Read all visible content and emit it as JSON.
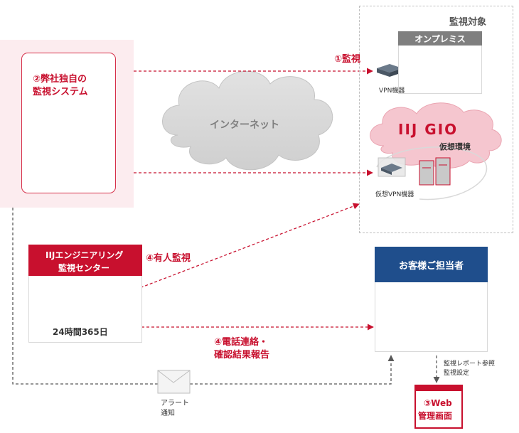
{
  "monitored": {
    "title": "監視対象",
    "onprem_label": "オンプレミス",
    "vpn_device_label": "VPN機器",
    "cloud_logo": "IIJ GIO",
    "virtual_env_label": "仮想環境",
    "virtual_vpn_label": "仮想VPN機器"
  },
  "own_system": {
    "line1": "②弊社独自の",
    "line2": "監視システム"
  },
  "internet_label": "インターネット",
  "monitoring_label": "①監視",
  "engineering_center": {
    "line1": "IIJエンジニアリング",
    "line2": "監視センター",
    "hours": "24時間365日"
  },
  "manned_label": "④有人監視",
  "contact_label": {
    "line1": "④電話連絡・",
    "line2": "確認結果報告"
  },
  "customer": {
    "title": "お客様ご担当者"
  },
  "report_label": {
    "line1": "監視レポート参照",
    "line2": "監視設定"
  },
  "web_panel": {
    "line1": "③Web",
    "line2": "管理画面"
  },
  "alert_label": {
    "line1": "アラート",
    "line2": "通知"
  },
  "colors": {
    "accent_red": "#c8102e",
    "navy": "#1f4e8c",
    "gray_header": "#7f7f7f",
    "pink_bg": "#fcecef"
  }
}
